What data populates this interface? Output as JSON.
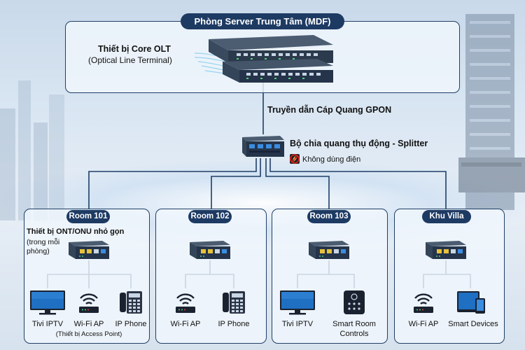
{
  "mdf": {
    "title": "Phòng Server Trung Tâm (MDF)"
  },
  "olt": {
    "name": "Thiết bị Core OLT",
    "subtitle": "(Optical Line Terminal)"
  },
  "link": {
    "label": "Truyền dẫn Cáp Quang GPON"
  },
  "splitter": {
    "name": "Bộ chia quang thụ động - Splitter",
    "note": "Không dùng điện"
  },
  "colors": {
    "panel_border": "#1f3f66",
    "pill": "#1d3a63",
    "fiber": "#1f3f66"
  },
  "rooms": [
    {
      "name": "Room 101",
      "ont_note": [
        "Thiết bị ONT/ONU nhỏ gọn",
        "(trong mỗi",
        "phòng)"
      ],
      "devices": [
        {
          "icon": "tv-icon",
          "label": "Tivi IPTV"
        },
        {
          "icon": "wifi-router-icon",
          "label": "Wi-Fi AP",
          "sublabel": "(Thiết bị Access Point)"
        },
        {
          "icon": "ip-phone-icon",
          "label": "IP Phone"
        }
      ]
    },
    {
      "name": "Room 102",
      "devices": [
        {
          "icon": "wifi-router-icon",
          "label": "Wi-Fi AP"
        },
        {
          "icon": "ip-phone-icon",
          "label": "IP Phone"
        }
      ]
    },
    {
      "name": "Room 103",
      "devices": [
        {
          "icon": "tv-icon",
          "label": "Tivi IPTV"
        },
        {
          "icon": "smart-controller-icon",
          "label": "Smart Room",
          "label2": "Controls"
        }
      ]
    },
    {
      "name": "Khu Villa",
      "devices": [
        {
          "icon": "wifi-router-icon",
          "label": "Wi-Fi AP"
        },
        {
          "icon": "smart-devices-icon",
          "label": "Smart Devices"
        }
      ]
    }
  ]
}
